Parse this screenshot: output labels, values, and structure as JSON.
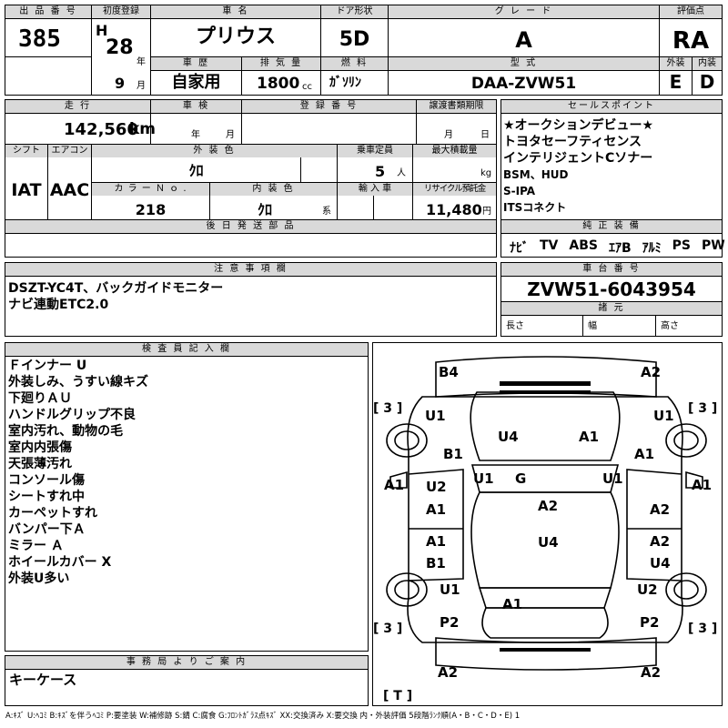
{
  "header": {
    "lot_no_label": "出 品 番 号",
    "lot_no": "385",
    "first_reg_label": "初度登録",
    "era": "H",
    "year": "28",
    "year_unit": "年",
    "month": "9",
    "month_unit": "月",
    "car_name_label": "車 名",
    "car_name": "プリウス",
    "door_label": "ドア形状",
    "door": "5D",
    "grade_label": "グ レ ー ド",
    "grade": "A",
    "score_label": "評価点",
    "score": "RA",
    "history_label": "車 歴",
    "history": "自家用",
    "displacement_label": "排 気 量",
    "displacement": "1800",
    "displacement_unit": "cc",
    "fuel_label": "燃 料",
    "fuel": "ｶﾞｿﾘﾝ",
    "model_label": "型 式",
    "model": "DAA-ZVW51",
    "ext_label": "外装",
    "ext": "E",
    "int_label": "内装",
    "int": "D"
  },
  "row2": {
    "mileage_label": "走 行",
    "mileage": "142,560",
    "mileage_unit": "km",
    "inspection_label": "車 検",
    "insp_year_unit": "年",
    "insp_month_unit": "月",
    "plate_label": "登 録 番 号",
    "transfer_label": "譲渡書類期限",
    "transfer_month_unit": "月",
    "transfer_day_unit": "日",
    "shift_label": "シフト",
    "shift": "IAT",
    "ac_label": "エアコン",
    "ac": "AAC",
    "color_label": "外 装 色",
    "color": "ｸﾛ",
    "capacity_label": "乗車定員",
    "capacity": "5",
    "capacity_unit": "人",
    "load_label": "最大積載量",
    "load_unit": "kg",
    "color_no_label": "カ ラ ー Ｎ ｏ .",
    "color_no": "218",
    "int_color_label": "内 装 色",
    "int_color": "ｸﾛ",
    "int_color_unit": "系",
    "import_label": "輸 入 車",
    "recycle_label": "リサイクル預託金",
    "recycle": "11,480",
    "recycle_unit": "円",
    "later_parts_label": "後 日 発 送 部 品"
  },
  "sales_points": {
    "label": "セールスポイント",
    "lines": [
      "★オークションデビュー★",
      "トヨタセーフティセンス",
      "インテリジェントCソナー",
      "BSM、HUD",
      "S-IPA",
      "ITSコネクト"
    ]
  },
  "equipment": {
    "label": "純 正 装 備",
    "items": [
      "ﾅﾋﾞ",
      "TV",
      "ABS",
      "ｴｱB",
      "ｱﾙﾐ",
      "PS",
      "PW"
    ]
  },
  "notes": {
    "label": "注 意 事 項 欄",
    "lines": [
      "DSZT-YC4T、バックガイドモニター",
      "ナビ連動ETC2.0"
    ]
  },
  "chassis": {
    "label": "車 台 番 号",
    "number": "ZVW51-6043954",
    "dims_label": "諸 元",
    "length_label": "長さ",
    "width_label": "幅",
    "height_label": "高さ"
  },
  "inspector": {
    "label": "検 査 員 記 入 欄",
    "lines": [
      "Ｆインナー U",
      "外装しみ、うすい線キズ",
      "下廻りＡＵ",
      "ハンドルグリップ不良",
      "室内汚れ、動物の毛",
      "室内内張傷",
      "天張薄汚れ",
      "コンソール傷",
      "シートすれ中",
      "カーペットすれ",
      "バンパー下Ａ",
      "ミラー Ａ",
      "ホイールカバー X",
      "外装U多い"
    ]
  },
  "office": {
    "label": "事 務 局 よ り ご 案 内",
    "text": "キーケース"
  },
  "diagram": {
    "marks": {
      "b4": "B4",
      "a2_fr": "A2",
      "tl3": "[ 3 ]",
      "tr3": "[ 3 ]",
      "u1_l": "U1",
      "u1_r": "U1",
      "u4_hood": "U4",
      "a1_hood": "A1",
      "b1_l": "B1",
      "a1_r": "A1",
      "a1_fl": "A1",
      "a1_fr": "A1",
      "u2_l": "U2",
      "u1_ml": "U1",
      "g": "G",
      "u1_mr": "U1",
      "a1_l2": "A1",
      "a2_roof": "A2",
      "a2_r2": "A2",
      "a1_l3": "A1",
      "u4_roof": "U4",
      "a2_r3": "A2",
      "b1_l2": "B1",
      "u4_r": "U4",
      "u1_rl": "U1",
      "u2_rr": "U2",
      "a1_trunk": "A1",
      "p2_l": "P2",
      "p2_r": "P2",
      "bl3": "[ 3 ]",
      "br3": "[ 3 ]",
      "a2_bl": "A2",
      "a2_br": "A2",
      "t": "[ T ]"
    }
  },
  "legend": "A:ｷｽﾞ U:ﾍｺﾐ B:ｷｽﾞを伴うﾍｺﾐ P:要塗装 W:補修跡 S:錆 C:腐食 G:ﾌﾛﾝﾄｶﾞﾗｽ点ｷｽﾞ XX:交換済み X:要交換 内・外装評価 5段階ﾗﾝｸ順(A・B・C・D・E) 1"
}
